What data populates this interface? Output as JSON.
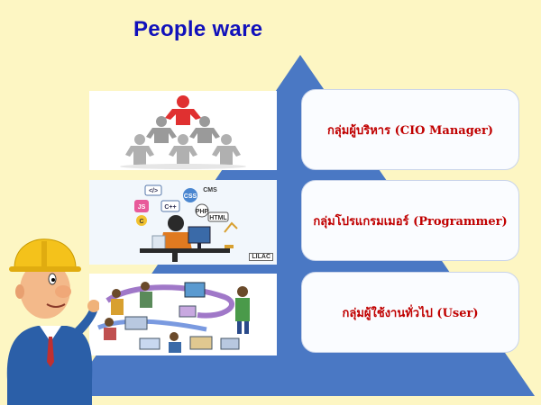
{
  "title": "People ware",
  "tiers": [
    {
      "label": "กลุ่มผู้บริหาร (CIO Manager)"
    },
    {
      "label": "กลุ่มโปรแกรมเมอร์ (Programmer)"
    },
    {
      "label": "กลุ่มผู้ใช้งานทั่วไป (User)"
    }
  ],
  "code_tags": [
    "JS",
    "C++",
    "CSS",
    "CMS",
    "PHP",
    "HTML",
    "C"
  ],
  "brand_tag": "LILAC",
  "colors": {
    "background": "#fdf6c3",
    "pyramid": "#4a78c4",
    "title": "#1111bb",
    "label_text": "#c00000",
    "leader": "#e03030"
  }
}
